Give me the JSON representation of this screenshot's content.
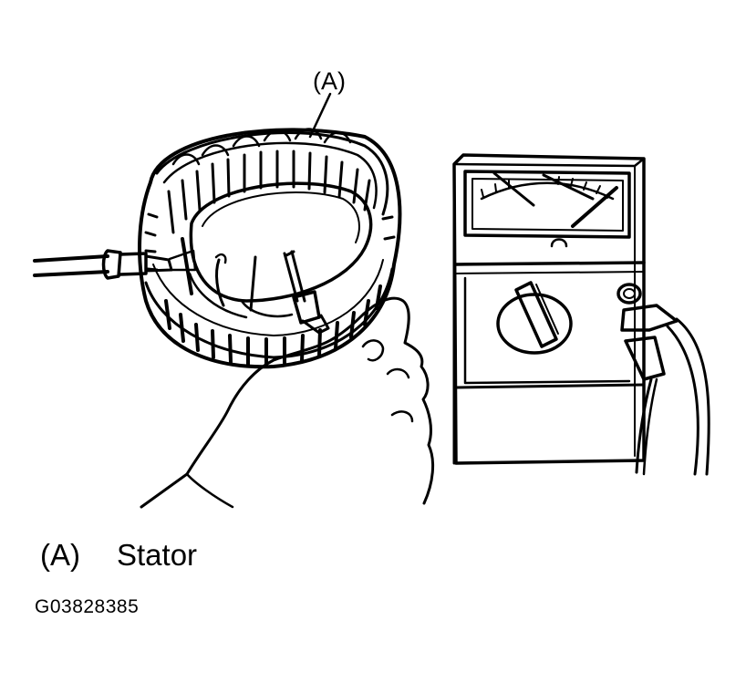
{
  "figure": {
    "callout_label": "(A)",
    "legend": {
      "key": "(A)",
      "text": "Stator"
    },
    "figure_code": "G03828385"
  },
  "meter": {
    "dial_scale": "analog-scale",
    "selector_knob": "rotary-selector"
  },
  "icons": [
    "stator-ring",
    "test-probe",
    "hand",
    "multimeter",
    "test-lead-clip"
  ],
  "colors": {
    "ink": "#000000",
    "paper": "#ffffff"
  }
}
